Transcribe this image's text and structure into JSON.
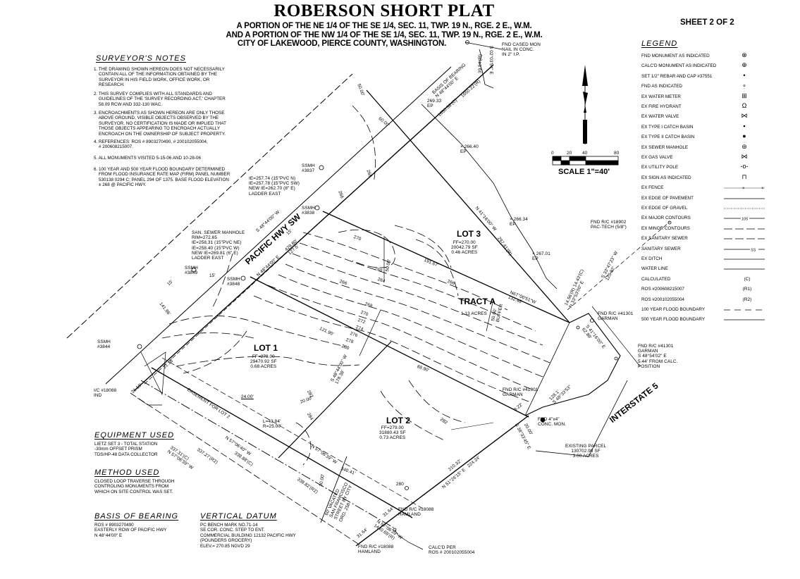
{
  "header": {
    "title": "ROBERSON SHORT PLAT",
    "subtitle_1": "A PORTION OF THE NE 1/4 OF THE SE 1/4, SEC. 11, TWP. 19 N., RGE. 2 E., W.M.",
    "subtitle_2": "AND A PORTION OF THE NW 1/4 OF THE SE 1/4, SEC. 11, TWP. 19 N., RGE. 2 E., W.M.",
    "subtitle_3": "CITY OF LAKEWOOD, PIERCE COUNTY, WASHINGTON.",
    "sheet": "SHEET 2 OF 2"
  },
  "surveyors_notes": {
    "heading": "SURVEYOR'S NOTES",
    "items": [
      "1. THE DRAWING SHOWN HEREON DOES NOT NECESSARILY\n    CONTAIN ALL OF THE INFORMATION OBTAINED BY THE\n    SURVEYOR IN HIS FIELD WORK, OFFICE WORK, OR\n    RESEARCH.",
      "2. THIS SURVEY COMPLIES WITH ALL STANDARDS AND\n    GUIDELINES OF THE 'SURVEY RECORDING ACT,' CHAPTER\n    58.09 RCW AND 332-130 WAC.",
      "3. ENCROACHMENTS AS SHOWN HEREON ARE ONLY THOSE\n    ABOVE GROUND, VISIBLE OBJECTS OBSERVED BY THE\n    SURVEYOR. NO CERTIFICATION IS MADE OR IMPLIED THAT\n    THOSE OBJECTS APPEARING TO ENCROACH ACTUALLY\n    ENCROACH ON THE OWNERSHIP OF SUBJECT PROPERTY.",
      "4. REFERENCES: ROS # 8903270490, # 200102055004,\n    # 200608215007.",
      "5. ALL MONUMENTS VISITED 5-15-06 AND 10-28-06",
      "6. 100 YEAR AND 500 YEAR FLOOD BOUNDARY DETERMINED\n    FROM FLOOD INSURANCE RATE MAP (FIRM) PANEL NUMBER\n    530138 0294 C; PANEL 294 OF 1375. BASE FLOOD ELEVATION\n    ± 268 @ PACIFIC HWY."
    ]
  },
  "legend": {
    "heading": "LEGEND",
    "items": [
      {
        "label": "FND MONUMENT AS INDICATED",
        "symbol": "found-monument-icon"
      },
      {
        "label": "CALC'D MONUMENT AS INDICATED",
        "symbol": "calculated-monument-icon"
      },
      {
        "label": "SET 1/2\" REBAR AND CAP #37551",
        "symbol": "rebar-cap-icon"
      },
      {
        "label": "FND AS INDICATED",
        "symbol": "found-point-icon"
      },
      {
        "label": "EX WATER METER",
        "symbol": "water-meter-icon"
      },
      {
        "label": "EX FIRE HYDRANT",
        "symbol": "fire-hydrant-icon"
      },
      {
        "label": "EX WATER VALVE",
        "symbol": "water-valve-icon"
      },
      {
        "label": "EX TYPE I CATCH BASIN",
        "symbol": "catch-basin-1-icon"
      },
      {
        "label": "EX TYPE II CATCH BASIN",
        "symbol": "catch-basin-2-icon"
      },
      {
        "label": "EX SEWER MANHOLE",
        "symbol": "sewer-manhole-icon"
      },
      {
        "label": "EX GAS VALVE",
        "symbol": "gas-valve-icon"
      },
      {
        "label": "EX UTILITY POLE",
        "symbol": "utility-pole-icon"
      },
      {
        "label": "EX SIGN AS INDICATED",
        "symbol": "sign-icon"
      },
      {
        "label": "EX FENCE",
        "symbol": "fence-line"
      },
      {
        "label": "EX EDGE OF PAVEMENT",
        "symbol": "pavement-line"
      },
      {
        "label": "EX EDGE OF GRAVEL",
        "symbol": "gravel-line"
      },
      {
        "label": "EX MAJOR CONTOURS",
        "symbol": "major-contour-line",
        "sample": "105"
      },
      {
        "label": "EX MINOR CONTOURS",
        "symbol": "minor-contour-line"
      },
      {
        "label": "EX SANITARY SEWER",
        "symbol": "ex-sewer-line"
      },
      {
        "label": "SANITARY SEWER",
        "symbol": "sewer-line",
        "sample": "SS"
      },
      {
        "label": "EX DITCH",
        "symbol": "ditch-line"
      },
      {
        "label": "WATER LINE",
        "symbol": "water-line"
      },
      {
        "label": "CALCULATED",
        "code": "(C)"
      },
      {
        "label": "ROS #200608215007",
        "code": "(R1)"
      },
      {
        "label": "ROS #200102055004",
        "code": "(R2)"
      },
      {
        "label": "100 YEAR FLOOD BOUNDARY",
        "symbol": "flood-100-line"
      },
      {
        "label": "500 YEAR FLOOD BOUNDARY",
        "symbol": "flood-500-line"
      }
    ]
  },
  "scale": {
    "ticks": [
      "0",
      "20",
      "40",
      "80"
    ],
    "label": "SCALE 1\"=40'"
  },
  "equipment": {
    "heading": "EQUIPMENT USED",
    "text": "LIETZ SET 3 - TOTAL STATION\n-30mm OFFSET PRISM\nTDS/HP-48 DATA COLLECTOR"
  },
  "method": {
    "heading": "METHOD USED",
    "text": "CLOSED LOOP TRAVERSE THROUGH\nCONTROLING MONUMENTS FROM\nWHICH ON SITE CONTROL WAS SET."
  },
  "basis": {
    "heading": "BASIS OF BEARING",
    "text": "ROS # 8903270490\nEASTERLY ROW OF PACIFIC HWY\nN 48°44'00\" E"
  },
  "datum": {
    "heading": "VERTICAL DATUM",
    "text": "PC BENCH MARK NO.71-14\nSE COR. CONC. STEP TO ENT.\nCOMMERCIAL BUILDING 12132 PACIFIC HWY\n(POUNDERS GROCERY)\nELEV.= 270.85 NGVD 29"
  },
  "plan": {
    "fnd_cased_mon": "FND CASED MON\nNAIL IN CONC.\nIN 2\" I.P.",
    "dist_39": "39.54'(R)",
    "bear_s02": "S 02°03'54\" E",
    "basis_label": "BASIS OF BEARING\nN 48°44'00\" E",
    "dist_1650c": "1650.58'(C)",
    "dist_1650r": "1650.22'(R)",
    "ep_269": "269.33\nEP",
    "ep_266_40": "× 266.40\nEP",
    "ep_266_34": "× 266.34\nEP",
    "ep_267_01": "× 267.01\nEP",
    "dist_50a": "50.00'",
    "dist_60": "60.00'",
    "ssmh_3837": "SSMH\n#3837",
    "ssmh_3837_ie": "IE=257.74 (15\"PVC N)\nIE=257.78 (15\"PVC SW)\nNEW IE=262.70 (8\" E)\nLADDER EAST",
    "ssmh_3838": "SSMH\n#3838",
    "bear_s48": "S 48°44'00\" W",
    "road_pacific": "PACIFIC HWY SW",
    "san_manhole": "SAN. SEWER MANHOLE\nRIM=272.65\nIE=258.31 (15\"PVC NE)\nIE=258.40 (15\"PVC W)\nNEW IE=269.81 (6\" E)\nLADDER EAST",
    "ssmh_3849": "SSMH\n#3849",
    "ssmh_3848": "SSMH\n#3848",
    "dist_15a": "15'",
    "dist_15b": "15'",
    "dist_15c": "15'",
    "bear_n48": "N 48°44'00\" E",
    "dist_429": "429.80'\n127.5'",
    "dist_141": "141.86'",
    "lot3": "LOT 3",
    "lot3_info": "FF=270.00\n20042.79 SF\n0.46 ACRES",
    "dist_191": "191.67'",
    "tract_a": "TRACT A",
    "tract_a_area": "1.13 ACRES",
    "bear_n67": "N67°00'51\"W\n132.48'",
    "buffer_a": "50.00'\nBUFFER",
    "buffer_b": "50.00'",
    "bear_n41": "N 41°16'00\" W",
    "dist_297": "297.41'(R)",
    "fnd_18902": "FND R/C #18902\nPAC-TECH (5/8\")",
    "bear_s33": "S 33°47'23\" W\n125.92'",
    "bear_n33": "14.56'(R) 14.43'(C)\nN 33°53'00\" E",
    "fnd_41301a": "FND R/C #41301\nGARMAN",
    "bear_s41": "S 41°16'00\" E\n62.89'",
    "fnd_41301b": "FND R/C #41301\nGARMAN\nS 48°54'02\" E\n5.44' FROM CALC.\nPOSITION",
    "road_i5": "INTERSTATE 5",
    "existing_parcel": "EXISTING PARCEL\n130702.98 SF\n3.00 ACRES",
    "fnd_41301c": "FND R/C #41301\nGARMAN",
    "bear_s48_33": "128.1'\nS 48°33'53\"",
    "lot1": "LOT 1",
    "lot1_info": "FF=278.00\n29470.92 SF\n0.68 ACRES",
    "ssmh_3844": "SSMH\n#3844",
    "ic_18088": "I/C #18088\nIND",
    "dist_31_18": "31.18'",
    "dist_31_19": "31.19'",
    "easement": "EASEMENT FOR LOT 2",
    "dist_24": "24.00'",
    "curve": "L=43.84'\nR=25.00'",
    "dist_20a": "20.00'",
    "lot2": "LOT 2",
    "lot2_info": "FF=279.00\n31880.43 SF\n0.73 ACRES",
    "bear_s48_178": "S 48°44'00\" W\n178.38'",
    "dist_121": "121.90'",
    "dist_88": "88.90'",
    "bear_n57_40": "N 57°06'40\" W",
    "dist_337c": "337.31'(C)\nN 57°06'39\" W",
    "dist_337r": "337.27'(R2)",
    "dist_338c": "338.88'(C)",
    "dist_338r": "338.82'(R2)",
    "bear_n57_39": "N 57°06'39\" W",
    "dist_340": "340.41'",
    "dist_30": "30.00'",
    "vacated": "60' VACATED\nSAN FRANCISCO\nSTREET BY CITY\nORD. 258",
    "fnd_18088a": "FND R/C #18088\nHAMLAND",
    "dist_31_64a": "31.64'",
    "dist_31_64b": "31.64'",
    "bear_n57_1440": "N 57°06'39\" W\n1440.69'(R)",
    "fnd_18088b": "FND R/C #18088\nHAMLAND",
    "calcd_per": "CALC'D PER\nROS # 200102055004",
    "dist_210": "210.32'",
    "bear_n51": "N 51°26'15\" E   224.24'",
    "fnd_4x4": "FND 4\"x4\"\nCONC. MON.",
    "bear_s38": "S 38°33'45\" E",
    "dist_20b": "20.00'",
    "dist_9": "9.22'",
    "contours": [
      "270",
      "266",
      "268",
      "264",
      "266",
      "268",
      "270",
      "272",
      "274",
      "276",
      "278",
      "280",
      "266",
      "268",
      "282",
      "282",
      "284",
      "280"
    ]
  }
}
